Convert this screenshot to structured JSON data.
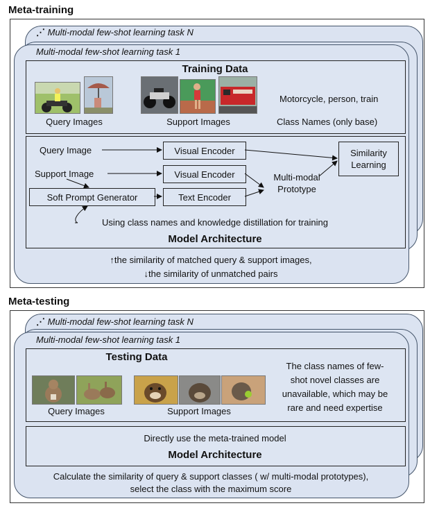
{
  "meta_training": {
    "title": "Meta-training",
    "task_n": "Multi-modal few-shot learning task N",
    "task_1": "Multi-modal few-shot learning task 1",
    "training_data": {
      "title": "Training Data",
      "query_images_label": "Query Images",
      "support_images_label": "Support Images",
      "class_list": "Motorcycle, person, train",
      "class_names_label": "Class Names (only base)"
    },
    "architecture": {
      "query_image": "Query Image",
      "support_image": "Support Image",
      "soft_prompt_generator": "Soft Prompt Generator",
      "visual_encoder_1": "Visual Encoder",
      "visual_encoder_2": "Visual Encoder",
      "text_encoder": "Text Encoder",
      "multimodal_prototype_line1": "Multi-modal",
      "multimodal_prototype_line2": "Prototype",
      "similarity_learning_line1": "Similarity",
      "similarity_learning_line2": "Learning",
      "training_note": "Using class names and knowledge distillation for training",
      "title": "Model Architecture"
    },
    "objective_line1": "↑the similarity of matched query & support images,",
    "objective_line2": "↓the similarity of unmatched pairs"
  },
  "meta_testing": {
    "title": "Meta-testing",
    "task_n": "Multi-modal few-shot learning task N",
    "task_1": "Multi-modal few-shot learning task 1",
    "testing_data": {
      "title": "Testing Data",
      "query_images_label": "Query Images",
      "support_images_label": "Support Images",
      "note_line1": "The class names of few-",
      "note_line2": "shot novel classes are",
      "note_line3": "unavailable, which may be",
      "note_line4": "rare and need expertise"
    },
    "architecture": {
      "note": "Directly use the meta-trained model",
      "title": "Model Architecture"
    },
    "result_line1": "Calculate the similarity of query & support classes ( w/ multi-modal prototypes),",
    "result_line2": "select the class with the maximum score"
  },
  "colors": {
    "card_fill": "#dbe3f1",
    "card_border": "#44546a",
    "box_fill": "#dde5f2",
    "arrow": "#111111"
  },
  "image_icons": {
    "train_query": [
      "motorcycle-rider-photo",
      "person-umbrella-photo"
    ],
    "train_support": [
      "motorcycle-photo",
      "tennis-player-photo",
      "train-photo"
    ],
    "test_query": [
      "squirrel-photo",
      "rabbits-photo"
    ],
    "test_support": [
      "otter-photo",
      "marmot-photo",
      "squirrel-eating-photo"
    ]
  }
}
